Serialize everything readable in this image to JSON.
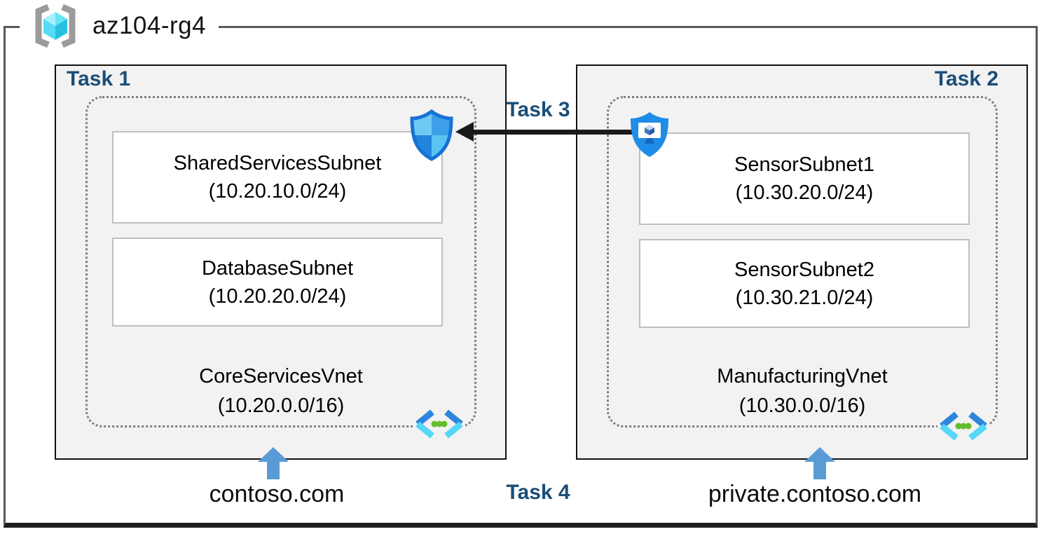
{
  "resource_group": {
    "name": "az104-rg4"
  },
  "panels": {
    "left": {
      "task_label": "Task 1",
      "subnets": [
        {
          "name": "SharedServicesSubnet",
          "cidr": "(10.20.10.0/24)"
        },
        {
          "name": "DatabaseSubnet",
          "cidr": "(10.20.20.0/24)"
        }
      ],
      "vnet": {
        "name": "CoreServicesVnet",
        "cidr": "(10.20.0.0/16)"
      },
      "dns_label": "contoso.com"
    },
    "right": {
      "task_label": "Task 2",
      "subnets": [
        {
          "name": "SensorSubnet1",
          "cidr": "(10.30.20.0/24)"
        },
        {
          "name": "SensorSubnet2",
          "cidr": "(10.30.21.0/24)"
        }
      ],
      "vnet": {
        "name": "ManufacturingVnet",
        "cidr": "(10.30.0.0/16)"
      },
      "dns_label": "private.contoso.com"
    }
  },
  "connection": {
    "label": "Task 3"
  },
  "dns_task": {
    "label": "Task 4"
  },
  "icons": {
    "resource_group": "resource-group-icon",
    "nsg": "network-security-group-shield-icon",
    "bastion": "bastion-shield-icon",
    "vnet": "virtual-network-icon",
    "dns_arrow": "up-arrow-icon"
  },
  "colors": {
    "task_label": "#1B4E79",
    "panel_bg": "#F2F2F2",
    "panel_border": "#111111",
    "subnet_border": "#BFBFBF",
    "dotted_border": "#7F7F7F",
    "outer_border": "#595959",
    "connection_arrow": "#1A1A1A",
    "dns_arrow": "#5B9BD5",
    "vnet_icon_green": "#66BB2A",
    "icon_blue": "#1F8CE8"
  }
}
